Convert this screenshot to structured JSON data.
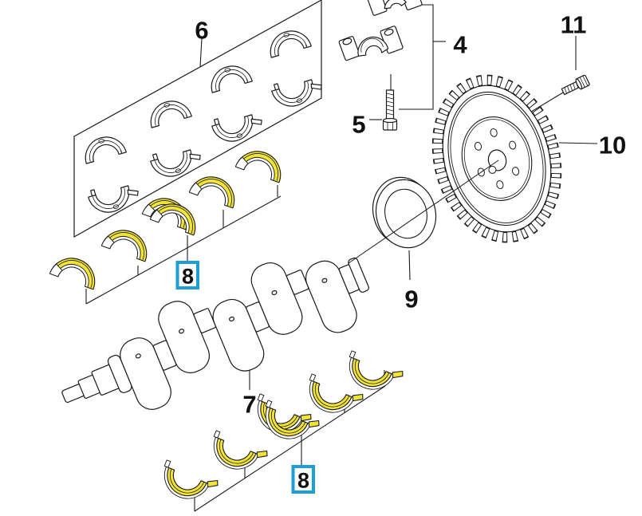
{
  "figure": {
    "type": "exploded-parts-diagram",
    "subject": "engine crankshaft, main bearings and flywheel",
    "background": "#ffffff",
    "line_color": "#1a1a1a",
    "highlight_color": "#f2e437",
    "callout_box_color": "#1f9ed6"
  },
  "callouts": {
    "n4": {
      "text": "4",
      "part": "main-bearing-cap",
      "boxed": false
    },
    "n5": {
      "text": "5",
      "part": "bearing-cap-bolt",
      "boxed": false
    },
    "n6": {
      "text": "6",
      "part": "main-bearing-shell-set",
      "boxed": false
    },
    "n7": {
      "text": "7",
      "part": "crankshaft",
      "boxed": false
    },
    "n8a": {
      "text": "8",
      "part": "highlighted-bearing-shells-upper",
      "boxed": true
    },
    "n8b": {
      "text": "8",
      "part": "highlighted-bearing-shells-lower",
      "boxed": true
    },
    "n9": {
      "text": "9",
      "part": "rear-oil-seal-ring",
      "boxed": false
    },
    "n10": {
      "text": "10",
      "part": "flywheel-ring-gear",
      "boxed": false
    },
    "n11": {
      "text": "11",
      "part": "flywheel-bolt",
      "boxed": false
    }
  }
}
